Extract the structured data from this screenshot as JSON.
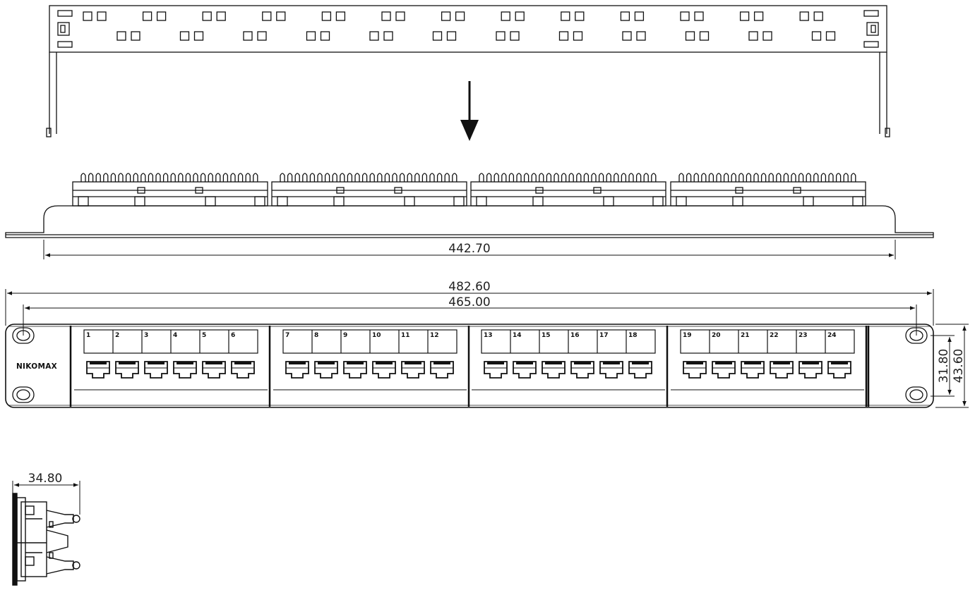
{
  "drawing": {
    "brand_label": "NIKOMAX",
    "dimensions": {
      "front_depth": "442.70",
      "overall_width": "482.60",
      "mounting_width": "465.00",
      "panel_height": "31.80",
      "overall_height": "43.60",
      "side_depth": "34.80"
    },
    "ports": [
      "1",
      "2",
      "3",
      "4",
      "5",
      "6",
      "7",
      "8",
      "9",
      "10",
      "11",
      "12",
      "13",
      "14",
      "15",
      "16",
      "17",
      "18",
      "19",
      "20",
      "21",
      "22",
      "23",
      "24"
    ]
  }
}
